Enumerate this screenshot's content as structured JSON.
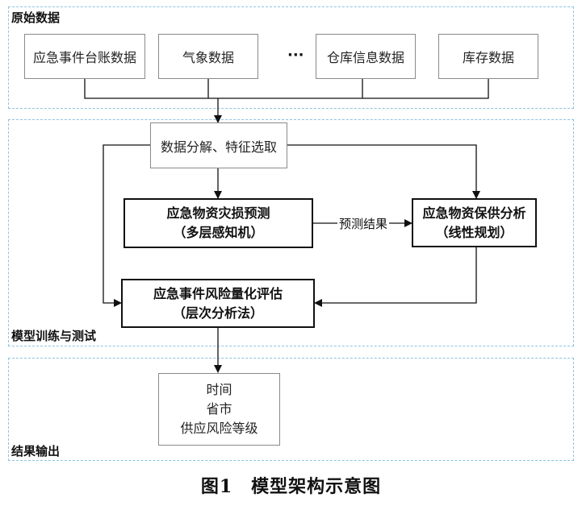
{
  "sections": {
    "raw": {
      "title": "原始数据"
    },
    "model": {
      "title": "模型训练与测试"
    },
    "output": {
      "title": "结果输出"
    }
  },
  "sources": [
    "应急事件台账数据",
    "气象数据",
    "仓库信息数据",
    "库存数据"
  ],
  "ellipsis": "···",
  "nodes": {
    "feature": "数据分解、特征选取",
    "predict": {
      "line1": "应急物资灾损预测",
      "line2": "（多层感知机）"
    },
    "supply": {
      "line1": "应急物资保供分析",
      "line2": "（线性规划）"
    },
    "risk": {
      "line1": "应急事件风险量化评估",
      "line2": "（层次分析法）"
    },
    "result": {
      "line1": "时间",
      "line2": "省市",
      "line3": "供应风险等级"
    }
  },
  "edge_label": "预测结果",
  "caption": "图1　模型架构示意图"
}
